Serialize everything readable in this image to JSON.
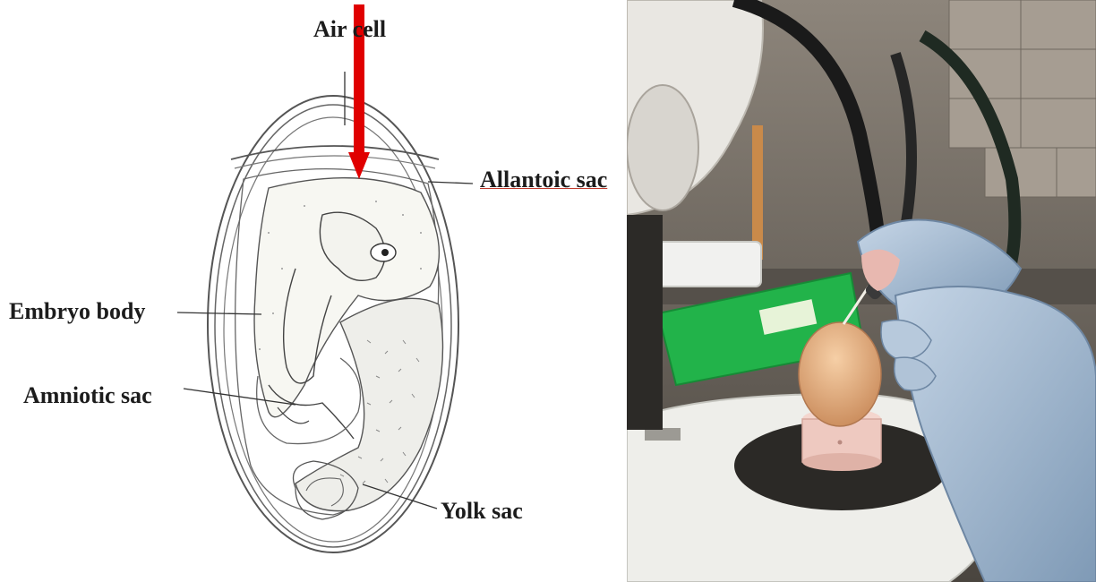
{
  "diagram": {
    "labels": {
      "air_cell": "Air cell",
      "allantoic_sac": "Allantoic sac",
      "embryo_body": "Embryo body",
      "amniotic_sac": "Amniotic sac",
      "yolk_sac": "Yolk sac"
    },
    "arrow_color": "#e00000"
  },
  "photo": {
    "subject": "egg-injection-under-microscope",
    "colors": {
      "gloves": "#a9bfd6",
      "egg": "#e8b58a",
      "holder": "#eec9c0",
      "tray": "#22b34a",
      "background": "#3a3733"
    }
  }
}
